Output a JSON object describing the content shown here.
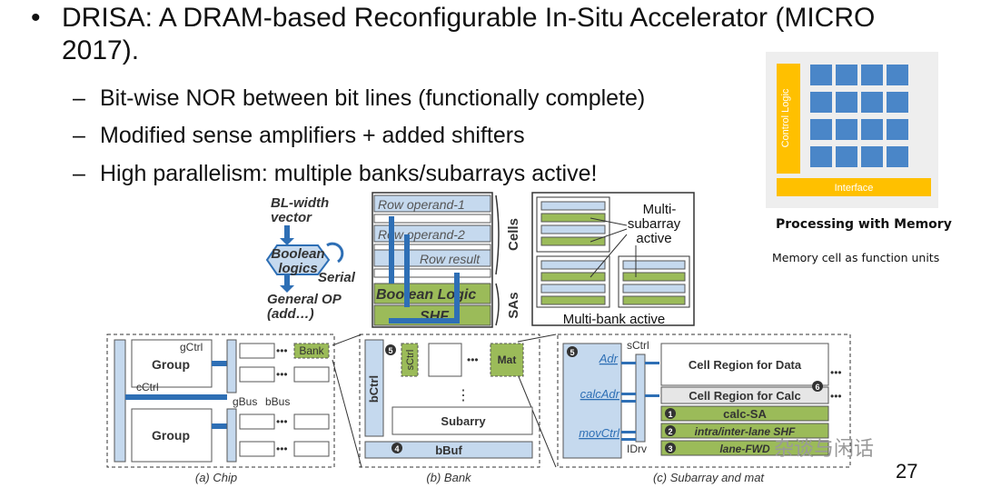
{
  "slide": {
    "page_number": "27",
    "bullet_main": "DRISA: A DRAM-based Reconfigurable In-Situ Accelerator (MICRO 2017).",
    "bullet_symbol": "•",
    "dash_symbol": "–",
    "sub_bullets": [
      "Bit-wise NOR between bit lines (functionally complete)",
      "Modified sense amplifiers + added shifters",
      "High parallelism: multiple banks/subarrays active!"
    ]
  },
  "pwm_figure": {
    "control_label": "Control Logic",
    "interface_label": "Interface",
    "title": "Processing with Memory",
    "subtitle": "Memory cell as function units"
  },
  "concept_diagram": {
    "bl_width": "BL-width",
    "vector": "vector",
    "boolean": "Boolean",
    "logics": "logics",
    "serial": "Serial",
    "general_op": "General OP",
    "add": "(add…)"
  },
  "cells_diagram": {
    "row_operand_1": "Row operand-1",
    "row_operand_2": "Row operand-2",
    "row_result": "Row result",
    "cells": "Cells",
    "boolean_logic": "Boolean Logic",
    "shf": "SHF",
    "sas": "SAs"
  },
  "multi_diagram": {
    "multi": "Multi-",
    "subarray": "subarray",
    "active": "active",
    "multi_bank": "Multi-bank active"
  },
  "chip_panel": {
    "group_top": "Group",
    "group_bottom": "Group",
    "gctrl": "gCtrl",
    "cctrl": "cCtrl",
    "gbus": "gBus",
    "bbus": "bBus",
    "bank": "Bank",
    "dots": "•••",
    "caption": "(a) Chip"
  },
  "bank_panel": {
    "sctrl": "sCtrl",
    "mat": "Mat",
    "bctrl": "bCtrl",
    "subarray": "Subarry",
    "bbuf": "bBuf",
    "dots": "•••",
    "vdots": "⋮",
    "num5": "5",
    "num4": "4",
    "caption": "(b) Bank"
  },
  "mat_panel": {
    "sctrl": "sCtrl",
    "adr": "Adr",
    "calcadr": "calcAdr",
    "movctrl": "movCtrl",
    "idrv": "IDrv",
    "cell_region_data": "Cell Region for Data",
    "cell_region_calc": "Cell Region for Calc",
    "calc_sa": "calc-SA",
    "intra_inter": "intra/inter-lane SHF",
    "lane_fwd": "lane-FWD",
    "num5": "5",
    "num6": "6",
    "num1": "1",
    "num2": "2",
    "num3": "3",
    "dots": "•••",
    "caption": "(c) Subarray and mat"
  },
  "watermark": "杂谈与闲话",
  "colors": {
    "cell_blue": "#4a86c8",
    "frame_gray": "#eeeeee",
    "accent_yellow": "#ffc000",
    "diagram_blue": "#2e6fb5",
    "diagram_light_blue": "#c5d9ee",
    "diagram_green": "#9bbb59"
  }
}
